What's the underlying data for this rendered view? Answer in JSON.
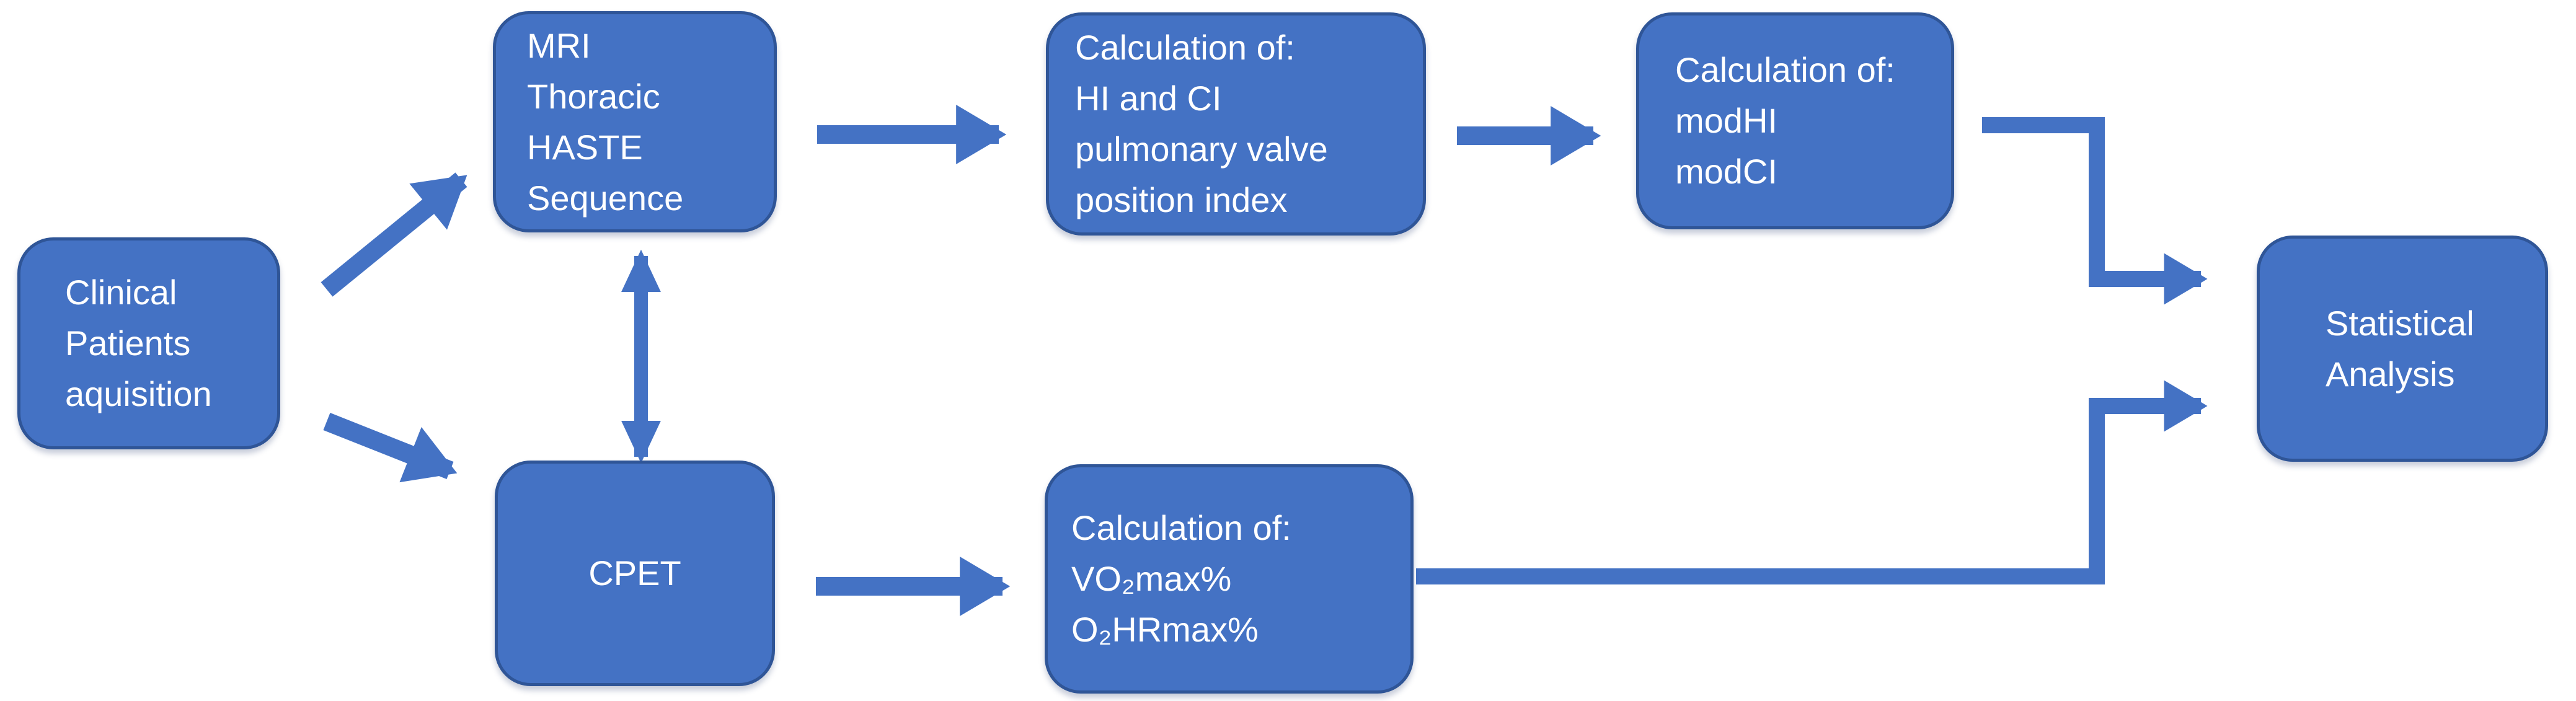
{
  "figure": {
    "type": "flowchart",
    "background": "#FFFFFF"
  },
  "colors": {
    "box_fill": "#4472C4",
    "box_border": "#2F5597",
    "box_text": "#FFFFFF",
    "arrow": "#4472C4"
  },
  "nodes": {
    "clinical": {
      "lines": [
        "Clinical",
        "Patients",
        "aquisition"
      ]
    },
    "mri": {
      "lines": [
        "MRI",
        "Thoracic",
        "HASTE",
        "Sequence"
      ]
    },
    "cpet": {
      "lines": [
        "CPET"
      ]
    },
    "calc_hi_ci": {
      "lines": [
        "Calculation of:",
        "HI and CI",
        "pulmonary valve",
        "position index"
      ]
    },
    "calc_vo2": {
      "lines": [
        "Calculation of:",
        "VO₂max%",
        "O₂HRmax%"
      ]
    },
    "calc_mod": {
      "lines": [
        "Calculation of:",
        "modHI",
        "modCI"
      ]
    },
    "statistical": {
      "lines": [
        "Statistical",
        "Analysis"
      ]
    }
  },
  "edges": [
    {
      "from": "clinical",
      "to": "mri",
      "type": "arrow"
    },
    {
      "from": "clinical",
      "to": "cpet",
      "type": "arrow"
    },
    {
      "from": "mri",
      "to": "cpet",
      "type": "double-arrow"
    },
    {
      "from": "mri",
      "to": "calc_hi_ci",
      "type": "arrow"
    },
    {
      "from": "cpet",
      "to": "calc_vo2",
      "type": "arrow"
    },
    {
      "from": "calc_hi_ci",
      "to": "calc_mod",
      "type": "arrow"
    },
    {
      "from": "calc_mod",
      "to": "statistical",
      "type": "elbow-arrow"
    },
    {
      "from": "calc_vo2",
      "to": "statistical",
      "type": "elbow-arrow"
    }
  ]
}
